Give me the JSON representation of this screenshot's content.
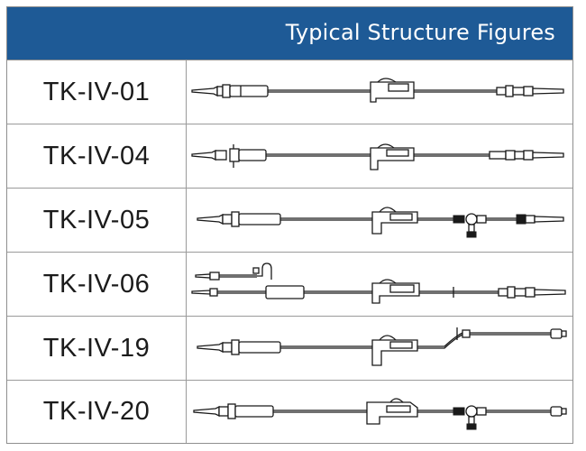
{
  "header": {
    "title": "Typical Structure Figures"
  },
  "rows": [
    {
      "code": "TK-IV-01"
    },
    {
      "code": "TK-IV-04"
    },
    {
      "code": "TK-IV-05"
    },
    {
      "code": "TK-IV-06"
    },
    {
      "code": "TK-IV-19"
    },
    {
      "code": "TK-IV-20"
    }
  ]
}
